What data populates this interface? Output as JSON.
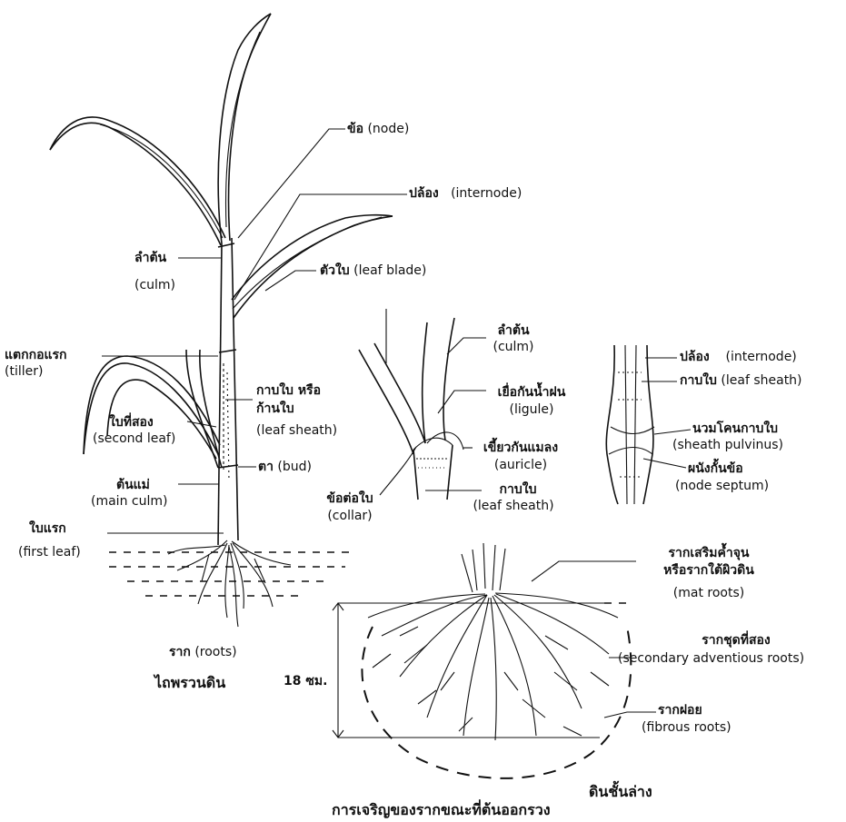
{
  "plant": {
    "node": {
      "th": "ข้อ",
      "en": "(node)"
    },
    "internode": {
      "th": "ปล้อง",
      "en": "(internode)"
    },
    "culm": {
      "th": "ลำต้น",
      "en": "(culm)"
    },
    "leaf_blade": {
      "th": "ตัวใบ",
      "en": "(leaf blade)"
    },
    "tiller": {
      "th": "แตกกอแรก",
      "en": "(tiller)"
    },
    "leaf_sheath": {
      "th1": "กาบใบ หรือ",
      "th2": "ก้านใบ",
      "en": "(leaf sheath)"
    },
    "second_leaf": {
      "th": "ใบที่สอง",
      "en": "(second leaf)"
    },
    "bud": {
      "th": "ตา",
      "en": "(bud)"
    },
    "main_culm": {
      "th": "ต้นแม่",
      "en": "(main culm)"
    },
    "first_leaf": {
      "th": "ใบแรก",
      "en": "(first leaf)"
    },
    "roots": {
      "th": "ราก",
      "en": "(roots)"
    },
    "caption": "ไถพรวนดิน"
  },
  "collar_detail": {
    "culm": {
      "th": "ลำต้น",
      "en": "(culm)"
    },
    "ligule": {
      "th": "เยื่อกันน้ำฝน",
      "en": "(ligule)"
    },
    "auricle": {
      "th": "เขี้ยวกันแมลง",
      "en": "(auricle)"
    },
    "collar": {
      "th": "ข้อต่อใบ",
      "en": "(collar)"
    },
    "leaf_sheath": {
      "th": "กาบใบ",
      "en": "(leaf sheath)"
    }
  },
  "node_detail": {
    "internode": {
      "th": "ปล้อง",
      "en": "(internode)"
    },
    "leaf_sheath": {
      "th": "กาบใบ",
      "en": "(leaf sheath)"
    },
    "sheath_pulvinus": {
      "th": "นวมโคนกาบใบ",
      "en": "(sheath pulvinus)"
    },
    "node_septum": {
      "th": "ผนังกั้นข้อ",
      "en": "(node septum)"
    }
  },
  "root_detail": {
    "mat_roots": {
      "th1": "รากเสริมค้ำจุน",
      "th2": "หรือรากใต้ผิวดิน",
      "en": "(mat roots)"
    },
    "secondary": {
      "th": "รากชุดที่สอง",
      "en": "(secondary adventious roots)"
    },
    "fibrous": {
      "th": "รากฝอย",
      "en": "(fibrous roots)"
    },
    "depth": "18 ซม.",
    "subsoil": "ดินชั้นล่าง",
    "caption": "การเจริญของรากขณะที่ต้นออกรวง"
  }
}
